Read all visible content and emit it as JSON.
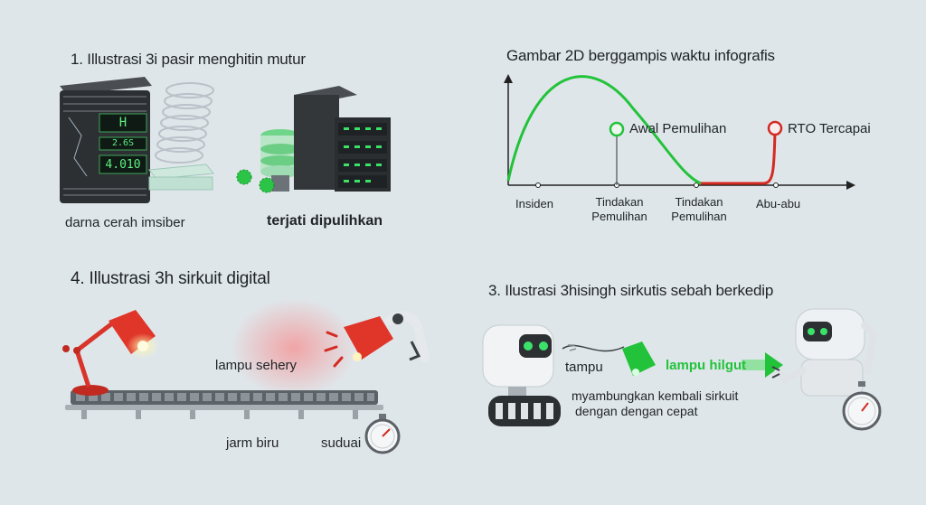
{
  "panel1": {
    "title": "1. Illustrasi 3i pasir menghitin mutur",
    "display_top": "H",
    "display_mid": "2.6S",
    "display_bottom": "4.010",
    "caption_left": "darna cerah imsiber",
    "caption_right": "terjati dipulihkan"
  },
  "panel2": {
    "title": "Gambar 2D berggampis waktu infografis",
    "label_awal": "Awal Pemulihan",
    "label_rto": "RTO Tercapai",
    "axis_labels": [
      "Insiden",
      "Tindakan\nPemulihan",
      "Tindakan\nPemulihan",
      "Abu-abu"
    ]
  },
  "panel4": {
    "title": "4. Illustrasi 3h sirkuit digital",
    "label_lampu": "lampu sehery",
    "label_jarm": "jarm biru",
    "label_suduai": "suduai"
  },
  "panel3": {
    "title": "3. Ilustrasi 3hisingh sirkutis sebah berkedip",
    "label_tampu": "tampu",
    "label_hilgut": "lampu hilgut",
    "label_desc_1": "myambungkan kembali sirkuit",
    "label_desc_2": "dengan dengan cepat"
  },
  "colors": {
    "green": "#22c33a",
    "red": "#d42a22",
    "lamp_red": "#e0362a",
    "server_dark": "#2d3033",
    "bg": "#dfe6ea"
  }
}
